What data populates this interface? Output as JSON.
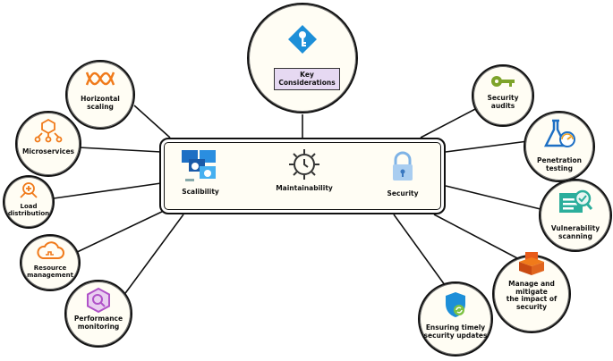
{
  "center_top": {
    "label": "Key\nConsiderations"
  },
  "hub": {
    "scalability": "Scalibility",
    "maintainability": "Maintainability",
    "security": "Security"
  },
  "left_nodes": {
    "horizontal_scaling": "Horizontal\nscaling",
    "microservices": "Microservices",
    "load_distribution": "Load\ndistribution",
    "resource_management": "Resource\nmanagement",
    "performance_monitoring": "Performance\nmonitoring"
  },
  "right_nodes": {
    "security_audits": "Security\naudits",
    "penetration_testing": "Penetration\ntesting",
    "vulnerability_scanning": "Vulnerability\nscanning",
    "manage_mitigate": "Manage and\nmitigate\nthe impact of\nsecurity",
    "security_updates": "Ensuring timely\nsecurity updates"
  },
  "colors": {
    "accent_orange": "#f07a1a",
    "accent_blue": "#1d8fd8",
    "label_box": "#e6d9f2",
    "node_fill": "#fffdf4"
  }
}
